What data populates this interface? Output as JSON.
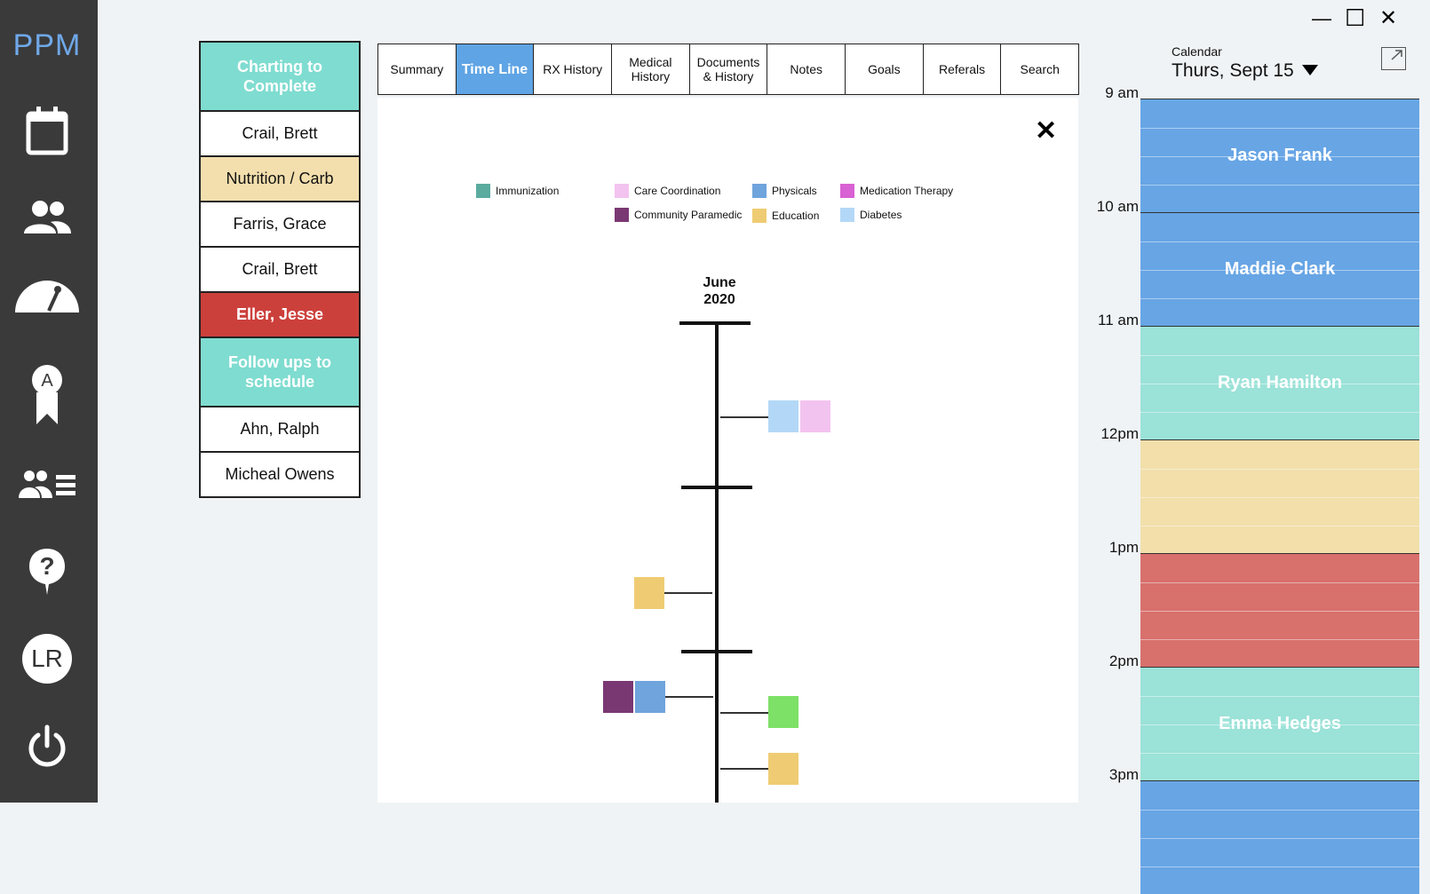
{
  "app": {
    "logo": "PPM",
    "user_initials": "LR"
  },
  "sidebar": {
    "icons": [
      "calendar-icon",
      "patients-icon",
      "dashboard-gauge-icon",
      "award-ribbon-icon",
      "patient-list-icon",
      "help-icon",
      "avatar",
      "power-icon"
    ]
  },
  "patients": {
    "items": [
      {
        "label": "Charting to Complete",
        "kind": "header"
      },
      {
        "label": "Crail, Brett",
        "kind": "row"
      },
      {
        "label": "Nutrition / Carb",
        "kind": "nutrition"
      },
      {
        "label": "Farris, Grace",
        "kind": "row"
      },
      {
        "label": "Crail, Brett",
        "kind": "row"
      },
      {
        "label": "Eller, Jesse",
        "kind": "alert"
      },
      {
        "label": "Follow ups to schedule",
        "kind": "header"
      },
      {
        "label": "Ahn, Ralph",
        "kind": "row"
      },
      {
        "label": "Micheal Owens",
        "kind": "row"
      }
    ]
  },
  "tabs": [
    {
      "label": "Summary"
    },
    {
      "label": "Time Line",
      "active": true
    },
    {
      "label": "RX History"
    },
    {
      "label": "Medical History"
    },
    {
      "label": "Documents & History"
    },
    {
      "label": "Notes"
    },
    {
      "label": "Goals"
    },
    {
      "label": "Referals"
    },
    {
      "label": "Search"
    }
  ],
  "timeline": {
    "close": "✕",
    "legend": [
      {
        "label": "Immunization",
        "color": "#5bab9f"
      },
      {
        "label": "Care Coordination",
        "color": "#f3c3f0"
      },
      {
        "label": "Physicals",
        "color": "#6fa4dc"
      },
      {
        "label": "Medication Therapy",
        "color": "#d861d3"
      },
      {
        "label": "Community Paramedic",
        "color": "#7a3873"
      },
      {
        "label": "Education",
        "color": "#efcc73"
      },
      {
        "label": "Diabetes",
        "color": "#b3d8f7"
      }
    ],
    "month": "June",
    "year": "2020"
  },
  "window": {
    "minimize": "—",
    "maximize": "☐",
    "close": "✕"
  },
  "calendar": {
    "label": "Calendar",
    "date": "Thurs, Sept 15",
    "hours": [
      "9 am",
      "10 am",
      "11 am",
      "12pm",
      "1pm",
      "2pm",
      "3pm"
    ],
    "appointments": [
      {
        "name": "Jason Frank",
        "color": "#67a5e5"
      },
      {
        "name": "Maddie Clark",
        "color": "#67a5e5"
      },
      {
        "name": "Ryan Hamilton",
        "color": "#9be2d8"
      },
      {
        "name": "",
        "color": "#f2dfaa"
      },
      {
        "name": "",
        "color": "#d8706c"
      },
      {
        "name": "Emma Hedges",
        "color": "#9be2d8"
      },
      {
        "name": "",
        "color": "#67a5e5"
      }
    ]
  }
}
